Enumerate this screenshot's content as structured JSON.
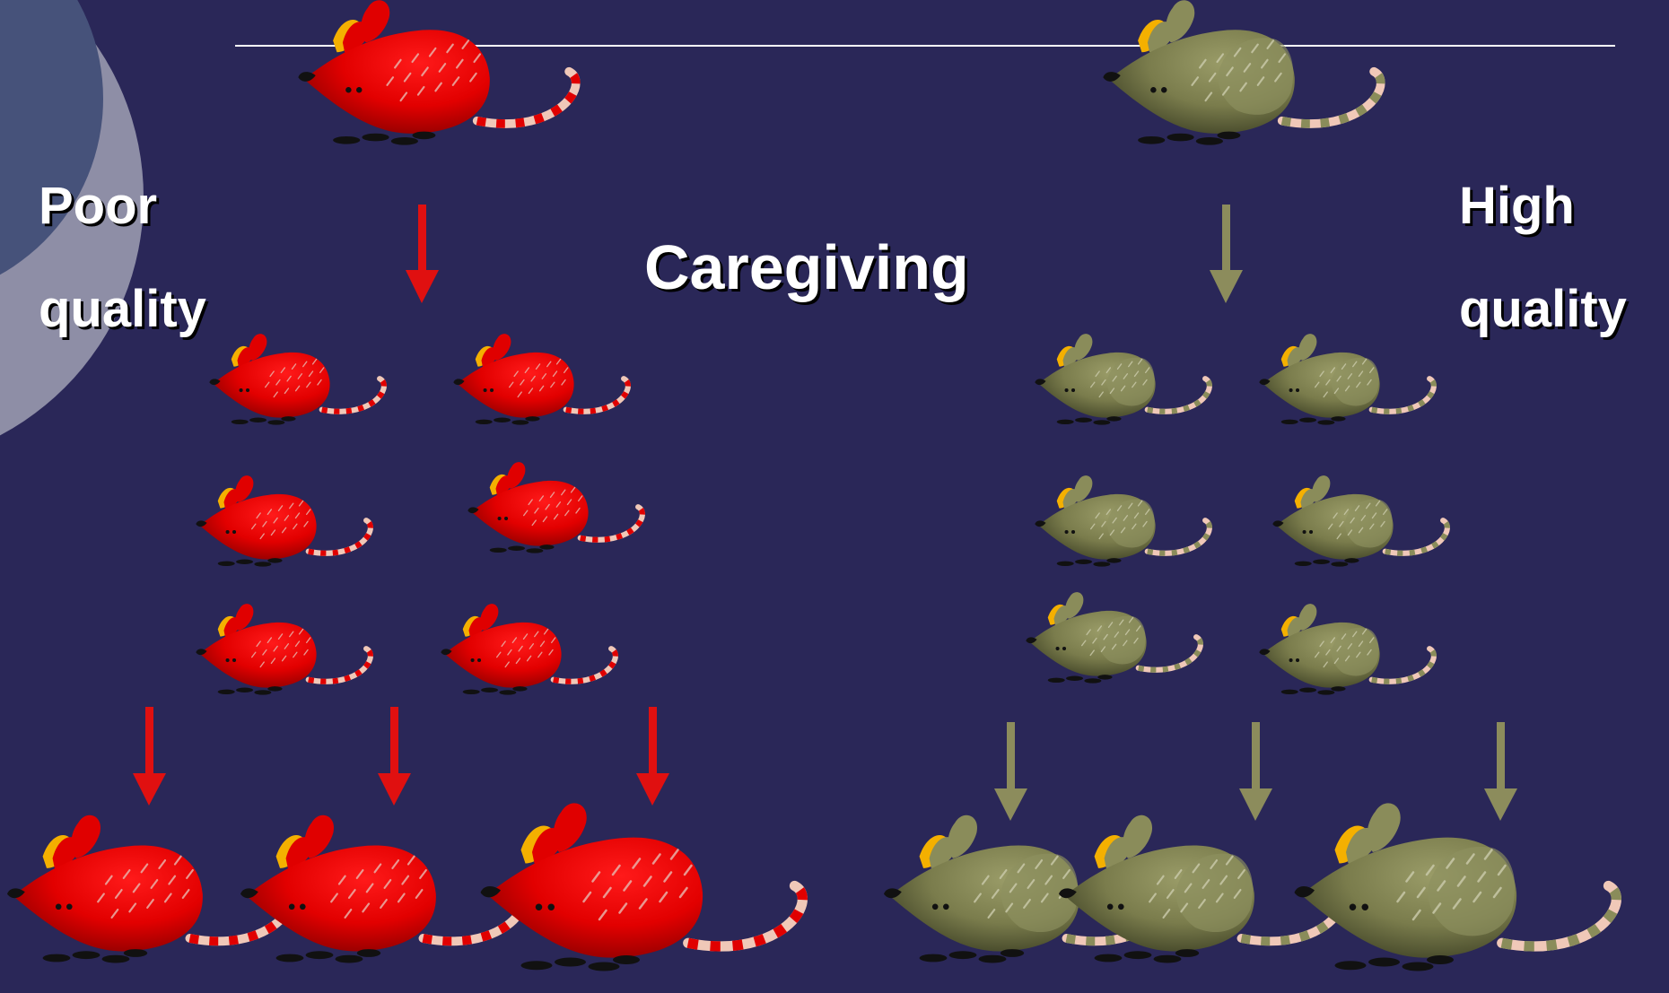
{
  "title": "Caregiving",
  "left": {
    "line1": "Poor",
    "line2": "quality"
  },
  "right": {
    "line1": "High",
    "line2": "quality"
  },
  "colors": {
    "background": "#2a2758",
    "poor_mouse": "#e00000",
    "high_mouse": "#8a8c5a",
    "poor_arrow": "#e01010",
    "high_arrow": "#8c8c5c",
    "tail_light": "#f0c8b8",
    "text": "#ffffff"
  },
  "icons": {
    "mouse": "mouse-icon",
    "arrow": "arrow-down-icon",
    "corner": "decorative-circle"
  }
}
